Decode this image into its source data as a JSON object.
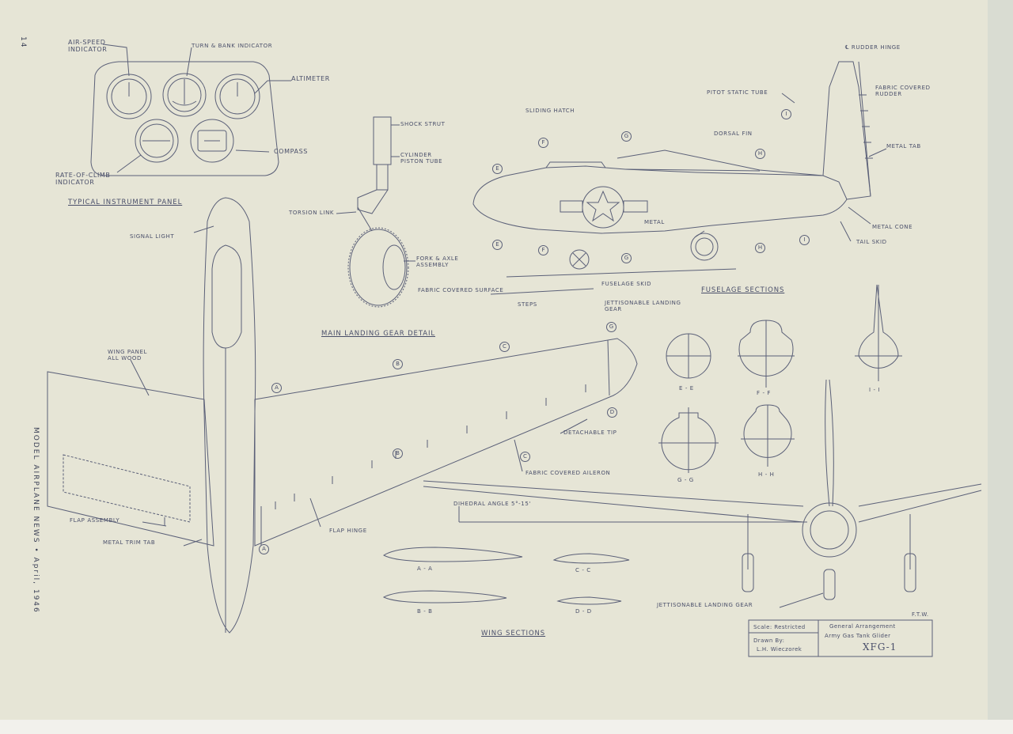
{
  "page_number": "14",
  "side_caption": "MODEL AIRPLANE NEWS • April, 1946",
  "initials": "F.T.W.",
  "instrument_panel": {
    "title": "TYPICAL INSTRUMENT PANEL",
    "airspeed": [
      "Air-speed",
      "Indicator"
    ],
    "turn_bank": "Turn & Bank Indicator",
    "altimeter": "Altimeter",
    "compass": "Compass",
    "rate_of_climb": [
      "Rate-of-Climb",
      "Indicator"
    ]
  },
  "landing_gear": {
    "title": "MAIN LANDING GEAR DETAIL",
    "shock_strut": "Shock Strut",
    "cylinder": [
      "Cylinder",
      "Piston Tube"
    ],
    "torsion_link": "Torsion Link",
    "fork_axle": [
      "Fork & Axle",
      "Assembly"
    ]
  },
  "side_view": {
    "rudder_hinge": "℄ Rudder Hinge",
    "pitot": "Pitot Static Tube",
    "fabric_rudder": [
      "Fabric Covered",
      "Rudder"
    ],
    "sliding_hatch": "Sliding Hatch",
    "dorsal_fin": "Dorsal Fin",
    "metal_tab": "Metal Tab",
    "metal": "Metal",
    "metal_cone": "Metal Cone",
    "tail_skid": "Tail Skid",
    "fabric_surface": "Fabric Covered Surface",
    "fuselage_skid": "Fuselage Skid",
    "steps": "Steps",
    "jett_gear": [
      "Jettisonable Landing",
      "Gear"
    ]
  },
  "fuselage_sections": {
    "title": "FUSELAGE SECTIONS",
    "labels": [
      "E - E",
      "F - F",
      "I - I",
      "G - G",
      "H - H"
    ]
  },
  "plan_view": {
    "signal_light": "Signal Light",
    "wing_panel": [
      "Wing Panel",
      "All Wood"
    ],
    "detachable_tip": "Detachable Tip",
    "fabric_aileron": "Fabric Covered Aileron",
    "flap_assembly": "Flap Assembly",
    "metal_trim_tab": "Metal Trim Tab",
    "flap_hinge": "Flap Hinge"
  },
  "front_view": {
    "dihedral": "Dihedral Angle 5°-15'",
    "jett_gear": "Jettisonable Landing Gear"
  },
  "wing_sections": {
    "title": "WING SECTIONS",
    "labels": [
      "A - A",
      "C - C",
      "B - B",
      "D - D"
    ]
  },
  "callouts": [
    "A",
    "B",
    "C",
    "D",
    "E",
    "F",
    "G",
    "H",
    "I"
  ],
  "title_block": {
    "scale": "Scale: Restricted",
    "drawn_by": "Drawn By:",
    "drafter": "L.H. Wieczorek",
    "general": "General Arrangement",
    "name": "Army Gas Tank Glider",
    "model": "XFG-1"
  }
}
